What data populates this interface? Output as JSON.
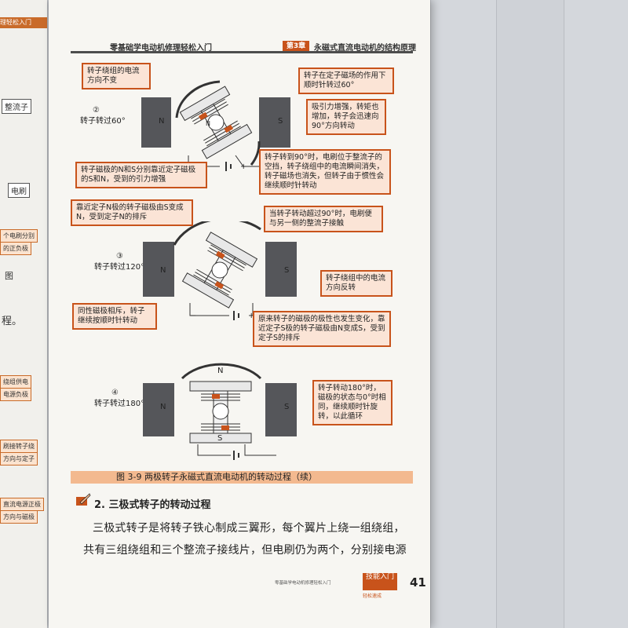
{
  "left_page": {
    "header": "理轻松入门",
    "boxes": [
      "整流子",
      "电刷"
    ],
    "orange_notes": [
      "个电刷分别",
      "的正负极",
      "绕组供电",
      "电源负极",
      "刷接转子绕",
      "方向与定子",
      "直流电源正极",
      "方向与磁极"
    ],
    "tags": [
      "图",
      "程。"
    ]
  },
  "header": {
    "book_title": "零基础学电动机修理轻松入门",
    "chapter_tag": "第3章",
    "chapter_title": "永磁式直流电动机的结构原理"
  },
  "steps": [
    {
      "num": "②",
      "label": "转子转过60°"
    },
    {
      "num": "③",
      "label": "转子转过120°"
    },
    {
      "num": "④",
      "label": "转子转过180°"
    }
  ],
  "diagram_labels": {
    "n": "N",
    "s": "S",
    "plus": "+",
    "minus": "−"
  },
  "callouts": {
    "c1": "转子绕组的电流方向不变",
    "c2": "转子在定子磁场的作用下顺时针转过60°",
    "c3": "吸引力增强，转矩也增加，转子会迅速向90°方向转动",
    "c4": "转子转到90°时，电刷位于整流子的空挡，转子绕组中的电流瞬间消失，转子磁场也消失，但转子由于惯性会继续顺时针转动",
    "c5": "转子磁极的N和S分别靠近定子磁极的S和N，受到的引力增强",
    "c6": "靠近定子N极的转子磁极由S变成N，受到定子N的排斥",
    "c7": "当转子转动超过90°时，电刷便与另一侧的整流子接触",
    "c8": "转子绕组中的电流方向反转",
    "c9": "同性磁极相斥，转子继续按顺时针转动",
    "c10": "原来转子的磁极的极性也发生变化，靠近定子S极的转子磁极由N变成S，受到定子S的排斥",
    "c11": "转子转动180°时，磁极的状态与0°时相同，继续顺时针旋转，以此循环"
  },
  "figure_caption": "图 3-9    两极转子永磁式直流电动机的转动过程（续）",
  "section_heading": "2. 三极式转子的转动过程",
  "paragraph": [
    "三极式转子是将转子铁心制成三翼形，每个翼片上绕一组绕组，",
    "共有三组绕组和三个整流子接线片，但电刷仍为两个，分别接电源"
  ],
  "footer": {
    "small_text": "零基础学电动机修理轻松入门",
    "tag_line1": "技能入门",
    "tag_line2": "轻松速成",
    "page_number": "41"
  },
  "colors": {
    "accent": "#c8531b",
    "callout_fill": "#fbe4d6",
    "caption_band": "#f3b98f",
    "magnet": "#55565a"
  }
}
